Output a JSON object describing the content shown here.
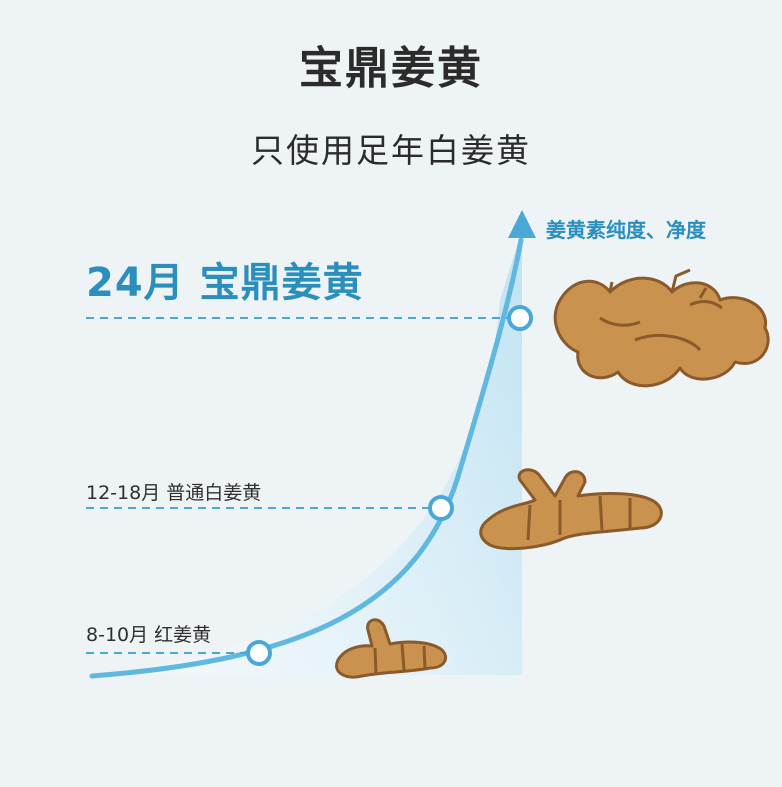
{
  "header": {
    "title": "宝鼎姜黄",
    "subtitle": "只使用足年白姜黄"
  },
  "axis": {
    "label": "姜黄素纯度、净度"
  },
  "levels": [
    {
      "label": "24月 宝鼎姜黄",
      "months": 24
    },
    {
      "label": "12-18月 普通白姜黄",
      "months_range": [
        12,
        18
      ]
    },
    {
      "label": "8-10月 红姜黄",
      "months_range": [
        8,
        10
      ]
    }
  ],
  "colors": {
    "accent": "#2a8fbd",
    "curve": "#5fb8df",
    "root_fill": "#c9924e",
    "root_dark": "#8a5a2b",
    "background": "#eef3f6"
  },
  "icons": {
    "axis_arrow": "arrow-up-icon",
    "root_large": "turmeric-root-icon",
    "root_medium": "turmeric-root-icon",
    "root_small": "turmeric-root-icon"
  }
}
